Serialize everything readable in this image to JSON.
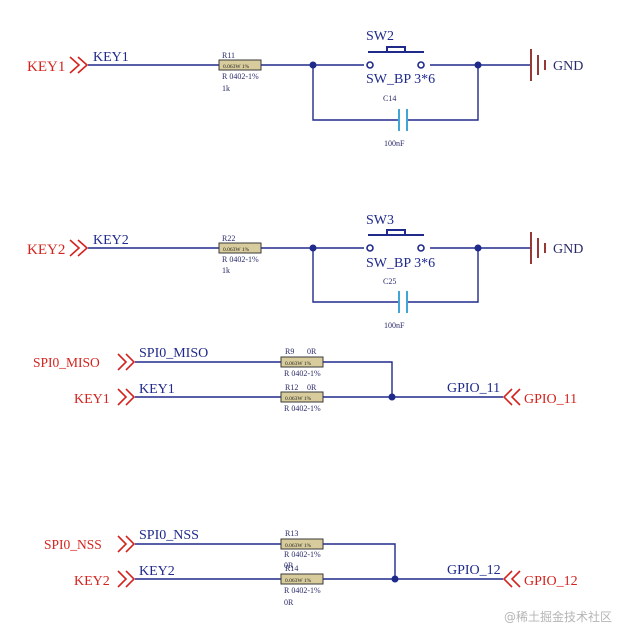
{
  "circuit1": {
    "port": "KEY1",
    "net": "KEY1",
    "resistor": {
      "ref": "R11",
      "body": "0.063W 1%",
      "footprint": "R 0402-1%",
      "value": "1k"
    },
    "switch": {
      "ref": "SW2",
      "value": "SW_BP 3*6"
    },
    "capacitor": {
      "ref": "C14",
      "value": "100nF"
    },
    "ground": "GND"
  },
  "circuit2": {
    "port": "KEY2",
    "net": "KEY2",
    "resistor": {
      "ref": "R22",
      "body": "0.063W 1%",
      "footprint": "R 0402-1%",
      "value": "1k"
    },
    "switch": {
      "ref": "SW3",
      "value": "SW_BP 3*6"
    },
    "capacitor": {
      "ref": "C25",
      "value": "100nF"
    },
    "ground": "GND"
  },
  "circuit3": {
    "in_top_port": "SPI0_MISO",
    "in_top_net": "SPI0_MISO",
    "r_top": {
      "ref": "R9",
      "value": "0R",
      "body": "0.063W 1%",
      "footprint": "R 0402-1%"
    },
    "in_bot_port": "KEY1",
    "in_bot_net": "KEY1",
    "r_bot": {
      "ref": "R12",
      "value": "0R",
      "body": "0.063W 1%",
      "footprint": "R 0402-1%"
    },
    "out_net": "GPIO_11",
    "out_port": "GPIO_11"
  },
  "circuit4": {
    "in_top_port": "SPI0_NSS",
    "in_top_net": "SPI0_NSS",
    "r_top": {
      "ref": "R13",
      "value": "0R",
      "body": "0.063W 1%",
      "footprint": "R 0402-1%"
    },
    "in_bot_port": "KEY2",
    "in_bot_net": "KEY2",
    "r_bot": {
      "ref": "R14",
      "value": "0R",
      "body": "0.063W 1%",
      "footprint": "R 0402-1%"
    },
    "out_net": "GPIO_12",
    "out_port": "GPIO_12"
  },
  "watermark": "@稀土掘金技术社区",
  "colors": {
    "wire": "#1f2a8a",
    "port": "#d4231e",
    "ground": "#8b2323",
    "capacitor": "#3fa6d6",
    "resistor": "#d8cc9c"
  }
}
